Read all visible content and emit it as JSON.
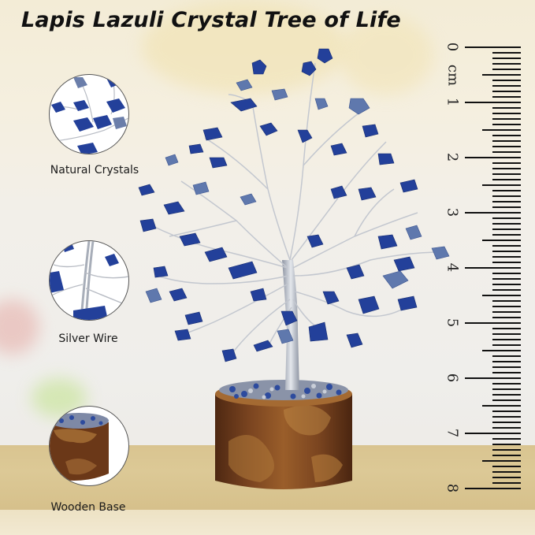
{
  "title": "Lapis Lazuli Crystal Tree of Life",
  "features": [
    {
      "label": "Natural Crystals",
      "icon": "crystal-closeup-image"
    },
    {
      "label": "Silver Wire",
      "icon": "silver-wire-closeup-image"
    },
    {
      "label": "Wooden Base",
      "icon": "wooden-base-closeup-image"
    }
  ],
  "ruler": {
    "unit_label": "cm",
    "tick_labels": [
      "0",
      "1",
      "2",
      "3",
      "4",
      "5",
      "6",
      "7",
      "8"
    ],
    "range_cm": [
      0,
      8
    ]
  },
  "colors": {
    "lapis_dark": "#1f3a8a",
    "lapis_mid": "#2f4fa8",
    "lapis_light": "#6f86b8",
    "wire": "#c9ccd2",
    "wood_dark": "#5a2f17",
    "wood_light": "#b07a3a",
    "table": "#d9c490"
  }
}
